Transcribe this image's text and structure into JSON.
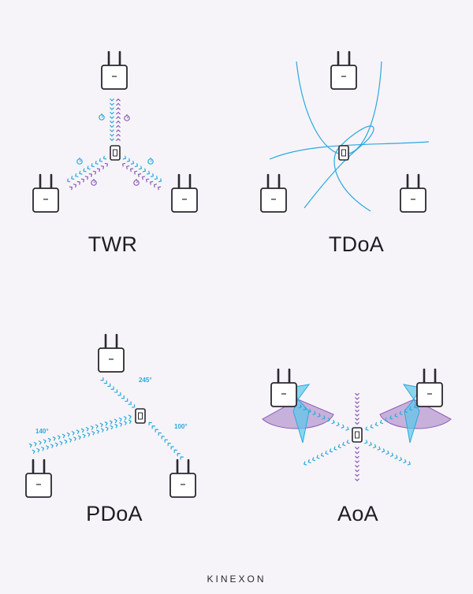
{
  "colors": {
    "background": "#f6f4f8",
    "outline": "#2a2830",
    "blue": "#2aa8e0",
    "purple": "#8b5bb8",
    "sector_purple": "#b79bd0",
    "sector_blue": "#5cc8ea"
  },
  "panels": {
    "twr": {
      "label": "TWR"
    },
    "tdoa": {
      "label": "TDoA"
    },
    "pdoa": {
      "label": "PDoA",
      "angles": {
        "top": "245°",
        "left": "140°",
        "right": "100°"
      }
    },
    "aoa": {
      "label": "AoA"
    }
  },
  "icons": [
    "anchor-icon",
    "tag-icon",
    "stopwatch-icon"
  ],
  "logo": "KINEXON"
}
